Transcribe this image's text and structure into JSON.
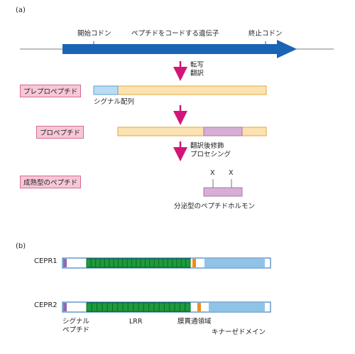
{
  "panel_a": {
    "label": "(a)",
    "gene_labels": {
      "start_codon": "開始コドン",
      "gene": "ペプチドをコードする遺伝子",
      "stop_codon": "終止コドン"
    },
    "step1_label": [
      "転写",
      "翻訳"
    ],
    "step3_label": [
      "翻訳後修飾",
      "プロセシング"
    ],
    "stages": {
      "prepropeptide": "プレプロペプチド",
      "propeptide": "プロペプチド",
      "mature": "成熟型のペプチド"
    },
    "signal_sequence_label": "シグナル配列",
    "x_marks": [
      "X",
      "X"
    ],
    "secreted_hormone_label": "分泌型のペプチドホルモン"
  },
  "panel_b": {
    "label": "(b)",
    "proteins": [
      {
        "name": "CEPR1",
        "lrr_count": 23
      },
      {
        "name": "CEPR2",
        "lrr_count": 20
      }
    ],
    "legend": {
      "signal_peptide": [
        "シグナル",
        "ペプチド"
      ],
      "lrr": "LRR",
      "transmembrane": "膜貫通領域",
      "kinase": "キナーゼドメイン"
    }
  },
  "colors": {
    "arrow_blue": "#1a64b4",
    "pink_arrow": "#d4147a",
    "signal_blue": "#b9dcf2",
    "propeptide_orange": "#fbe2b2",
    "mature_purple": "#d7aed6",
    "lrr_green": "#1e9a3c",
    "kinase_blue": "#8fc3e8",
    "tm_orange": "#f08c1e",
    "sp_purple": "#8c6bb1"
  }
}
